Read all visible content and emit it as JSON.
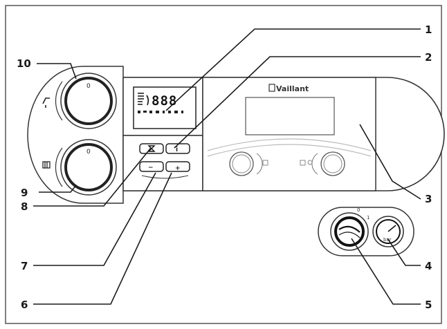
{
  "display": {
    "digits": "888"
  },
  "brand": {
    "name": "Vaillant"
  },
  "knobs": {
    "hot_water_knob_label": "0",
    "heating_knob_label": "0"
  },
  "buttons": {
    "info_symbol": "i",
    "minus_symbol": "−",
    "plus_symbol": "+"
  },
  "switch": {
    "off_label": "0",
    "on_label": "1"
  },
  "gauge": {
    "unit": "bar"
  },
  "callouts": {
    "c1": "1",
    "c2": "2",
    "c3": "3",
    "c4": "4",
    "c5": "5",
    "c6": "6",
    "c7": "7",
    "c8": "8",
    "c9": "9",
    "c10": "10"
  },
  "colors": {
    "line": "#1a1a1a",
    "panel_stroke": "#333333",
    "outline": "#555555",
    "light_grey": "#bbbbbb"
  }
}
